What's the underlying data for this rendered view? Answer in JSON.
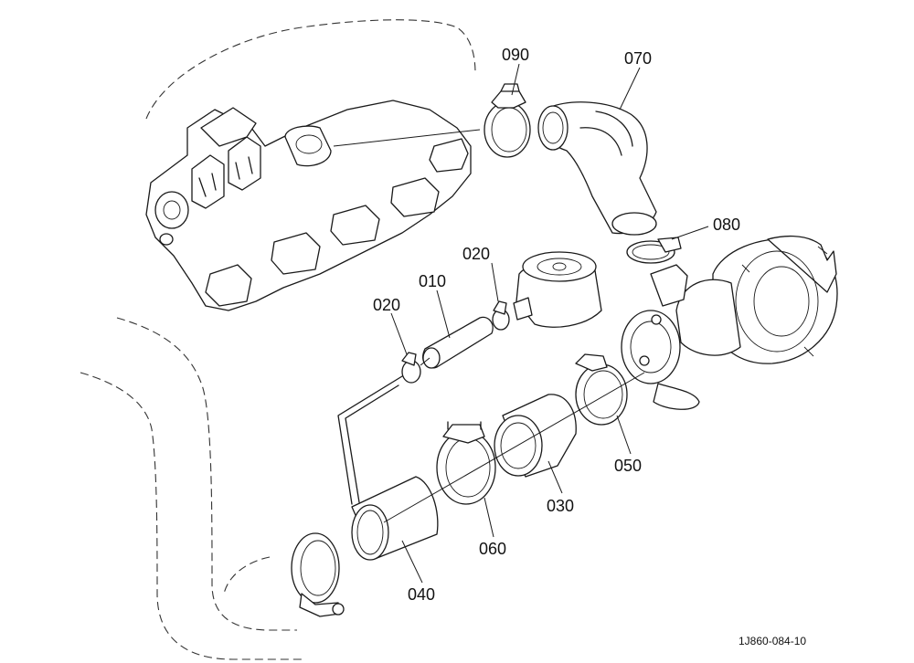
{
  "diagram": {
    "reference_code": "1J860-084-10",
    "parts": [
      {
        "id": "p010",
        "label": "010"
      },
      {
        "id": "p020a",
        "label": "020"
      },
      {
        "id": "p020b",
        "label": "020"
      },
      {
        "id": "p030",
        "label": "030"
      },
      {
        "id": "p040",
        "label": "040"
      },
      {
        "id": "p050",
        "label": "050"
      },
      {
        "id": "p060",
        "label": "060"
      },
      {
        "id": "p070",
        "label": "070"
      },
      {
        "id": "p080",
        "label": "080"
      },
      {
        "id": "p090",
        "label": "090"
      }
    ]
  }
}
